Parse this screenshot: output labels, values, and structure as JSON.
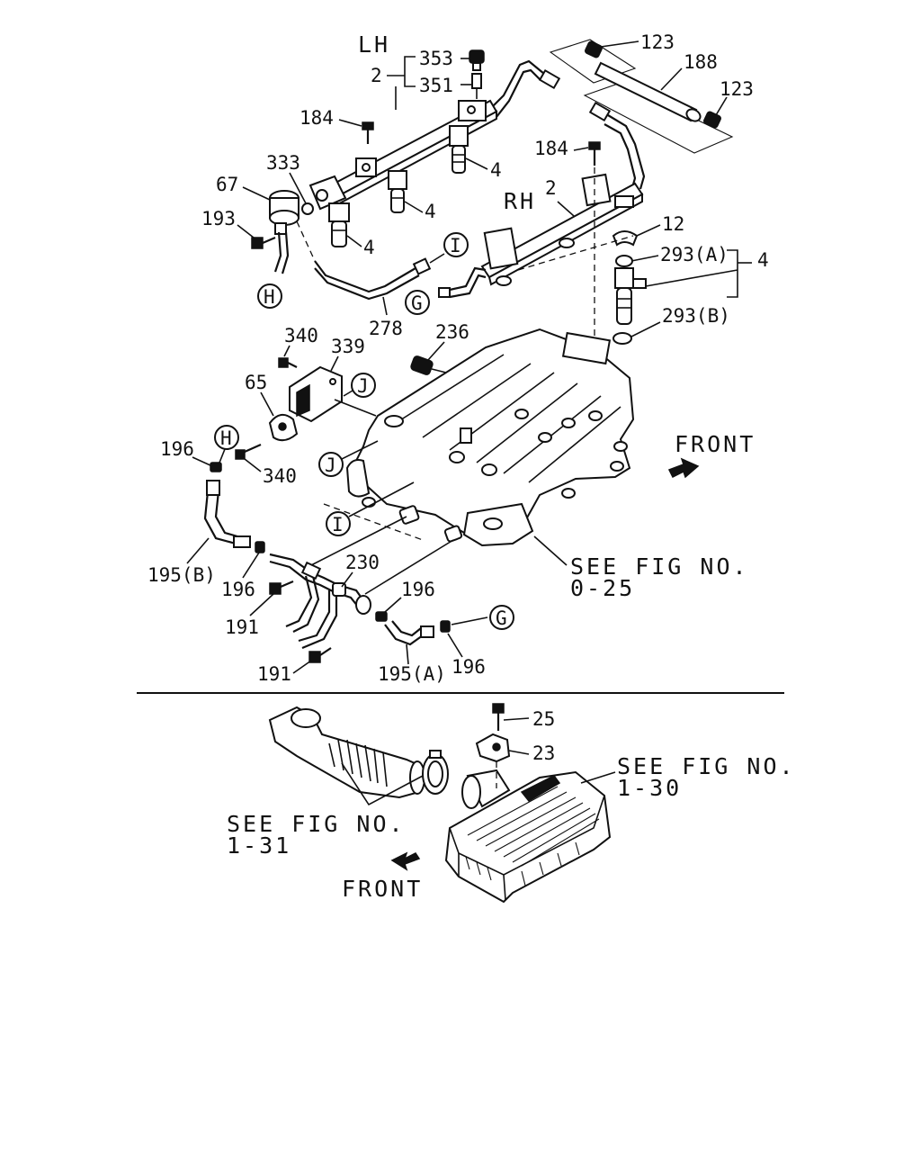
{
  "labels": {
    "lh": "LH",
    "rh": "RH",
    "p353": "353",
    "p351": "351",
    "p2_lh": "2",
    "p2_rh": "2",
    "p123_top": "123",
    "p188": "188",
    "p123_right": "123",
    "p184_left": "184",
    "p184_right": "184",
    "p333": "333",
    "p67": "67",
    "p193": "193",
    "p4_a": "4",
    "p4_b": "4",
    "p4_c": "4",
    "p4_d": "4",
    "p12": "12",
    "p293a": "293(A)",
    "p293b": "293(B)",
    "p278": "278",
    "p340_top": "340",
    "p339": "339",
    "p236": "236",
    "p65": "65",
    "p196_a": "196",
    "p340_mid": "340",
    "p196_b": "196",
    "p195b": "195(B)",
    "p191_a": "191",
    "p230": "230",
    "p196_c": "196",
    "p191_b": "191",
    "p195a": "195(A)",
    "p196_d": "196",
    "p25": "25",
    "p23": "23",
    "front_top": "FRONT",
    "front_bottom": "FRONT",
    "ref_025_l1": "SEE FIG NO.",
    "ref_025_l2": "0-25",
    "ref_130_l1": "SEE FIG NO.",
    "ref_130_l2": "1-30",
    "ref_131_l1": "SEE FIG NO.",
    "ref_131_l2": "1-31"
  },
  "callouts": {
    "h_top": "H",
    "h_mid": "H",
    "i_top": "I",
    "i_low": "I",
    "j_top": "J",
    "j_low": "J",
    "g_top": "G",
    "g_low": "G"
  }
}
